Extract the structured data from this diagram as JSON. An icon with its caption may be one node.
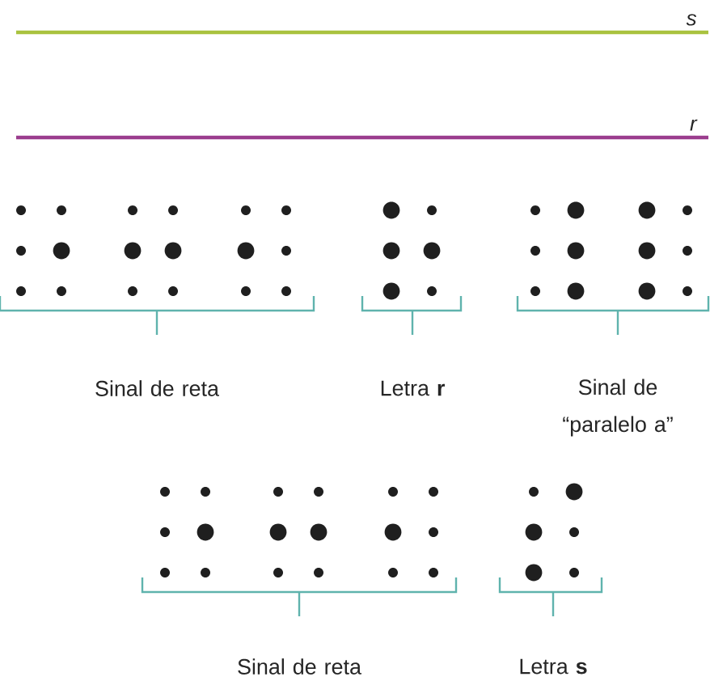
{
  "diagram": {
    "labels": [
      "s",
      "r",
      "Sinal de reta",
      "Letra **r**",
      "Sinal de “paralelo a”",
      "Sinal de reta",
      "Letra **s**"
    ]
  }
}
